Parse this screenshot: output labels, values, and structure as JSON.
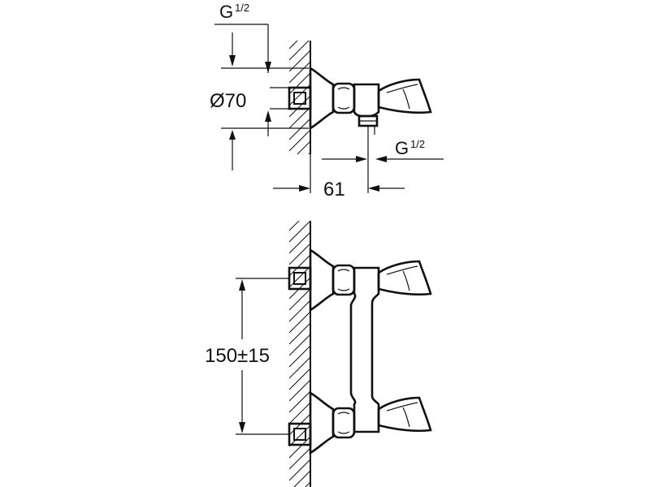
{
  "diagram": {
    "labels": {
      "thread_top": "G",
      "thread_top_frac": "1/2",
      "diameter": "Ø70",
      "thread_side": "G",
      "thread_side_frac": "1/2",
      "projection": "61",
      "spacing": "150±15"
    }
  },
  "colors": {
    "line": "#111111",
    "background": "#ffffff"
  }
}
